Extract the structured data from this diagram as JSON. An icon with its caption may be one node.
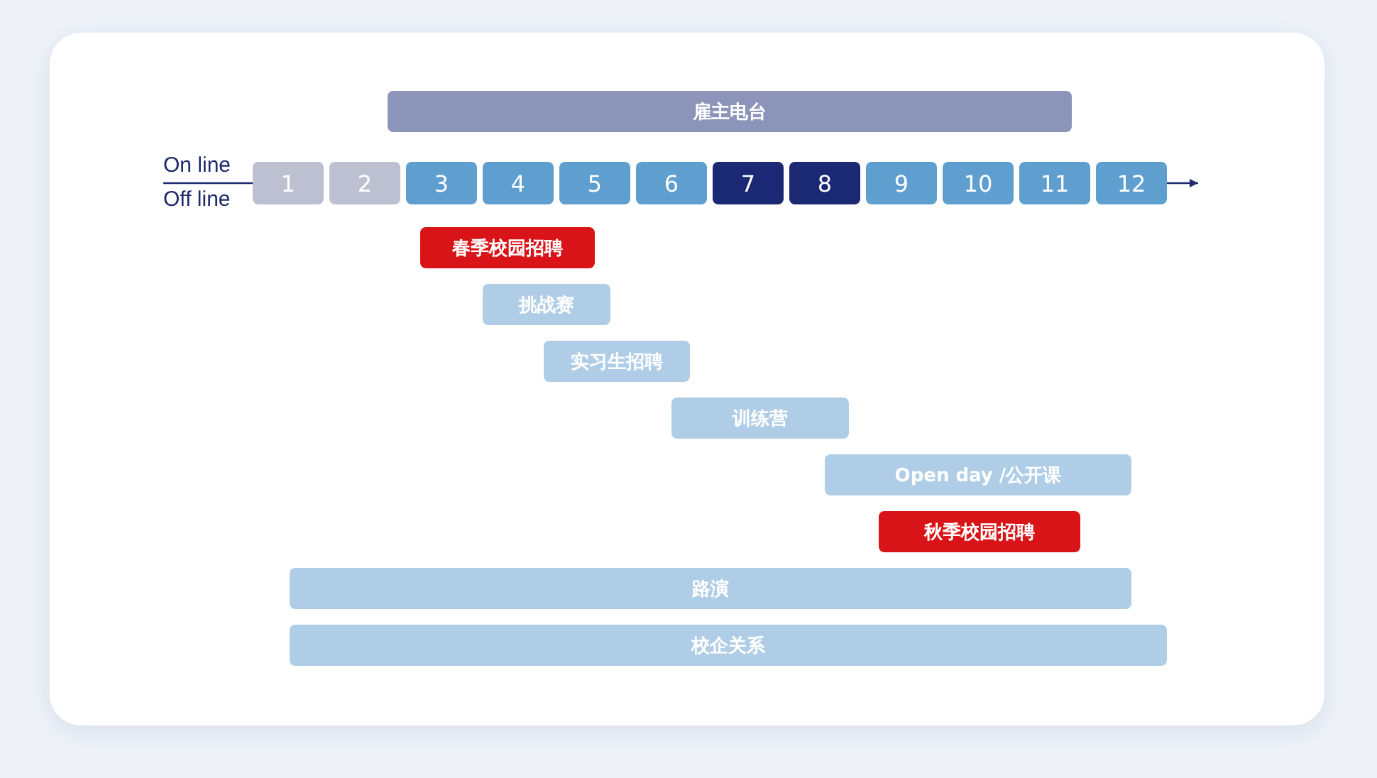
{
  "diagram": {
    "nodes": [
      {
        "text": [
          "雇主电台"
        ]
      },
      {
        "text": [
          "1"
        ]
      },
      {
        "text": [
          "2"
        ]
      },
      {
        "text": [
          "3"
        ]
      },
      {
        "text": [
          "4"
        ]
      },
      {
        "text": [
          "5"
        ]
      },
      {
        "text": [
          "6"
        ]
      },
      {
        "text": [
          "7"
        ]
      },
      {
        "text": [
          "8"
        ]
      },
      {
        "text": [
          "9"
        ]
      },
      {
        "text": [
          "10"
        ]
      },
      {
        "text": [
          "11"
        ]
      },
      {
        "text": [
          "12"
        ]
      },
      {
        "text": [
          "春季校园招聘"
        ]
      },
      {
        "text": [
          "挑战赛"
        ]
      },
      {
        "text": [
          "实习生招聘"
        ]
      },
      {
        "text": [
          "训练营"
        ]
      },
      {
        "text": [
          "Open day /公开课"
        ]
      },
      {
        "text": [
          "秋季校园招聘"
        ]
      },
      {
        "text": [
          "路演"
        ]
      },
      {
        "text": [
          "校企关系"
        ]
      }
    ],
    "labels": [
      "On line",
      "Off line"
    ]
  }
}
